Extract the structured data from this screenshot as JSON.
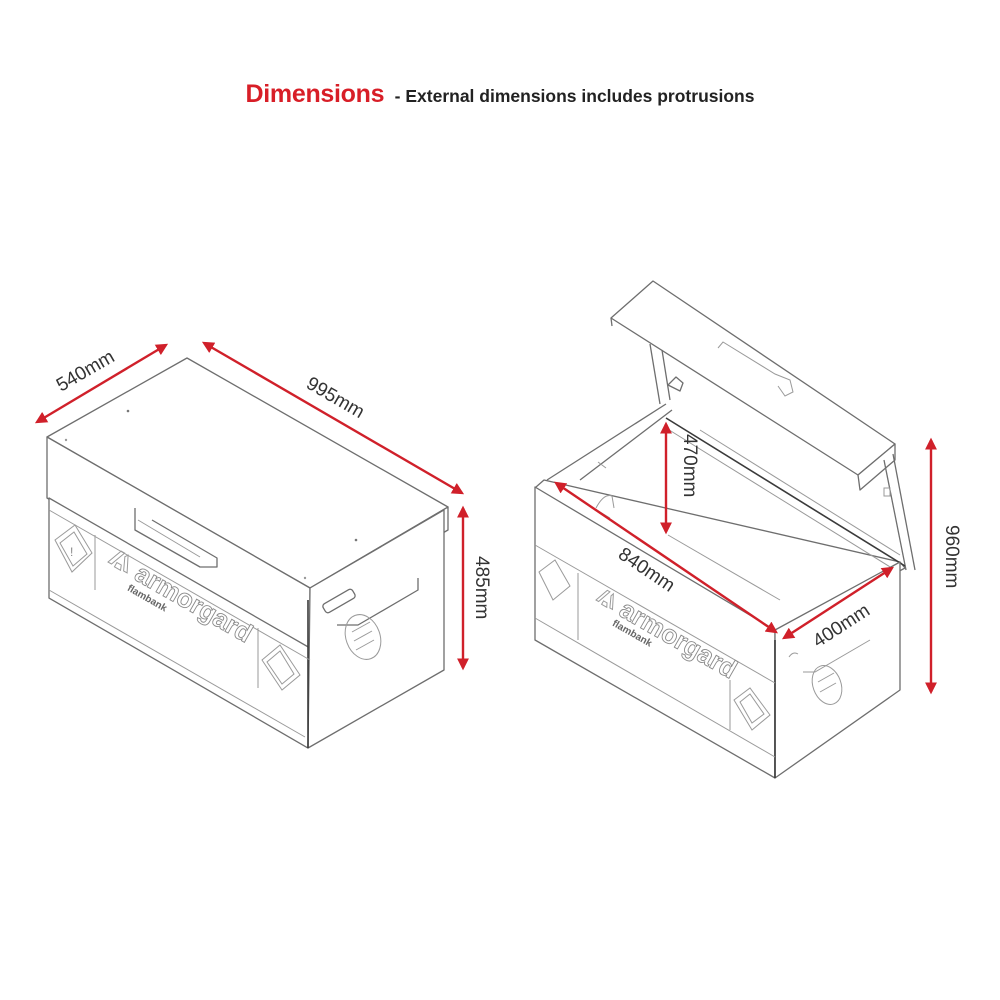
{
  "header": {
    "title": "Dimensions",
    "subtitle": "- External dimensions includes protrusions"
  },
  "colors": {
    "accent_red": "#d81e27",
    "line_gray": "#6e6e6e",
    "text_dark": "#222222"
  },
  "closed_box": {
    "view": "closed",
    "depth_label": "540mm",
    "width_label": "995mm",
    "height_label": "485mm",
    "brand": "armorgard",
    "product": "flambank"
  },
  "open_box": {
    "view": "open",
    "internal_length_label": "840mm",
    "internal_depth_label": "400mm",
    "internal_height_label": "470mm",
    "open_height_label": "960mm",
    "brand": "armorgard",
    "product": "flambank"
  }
}
